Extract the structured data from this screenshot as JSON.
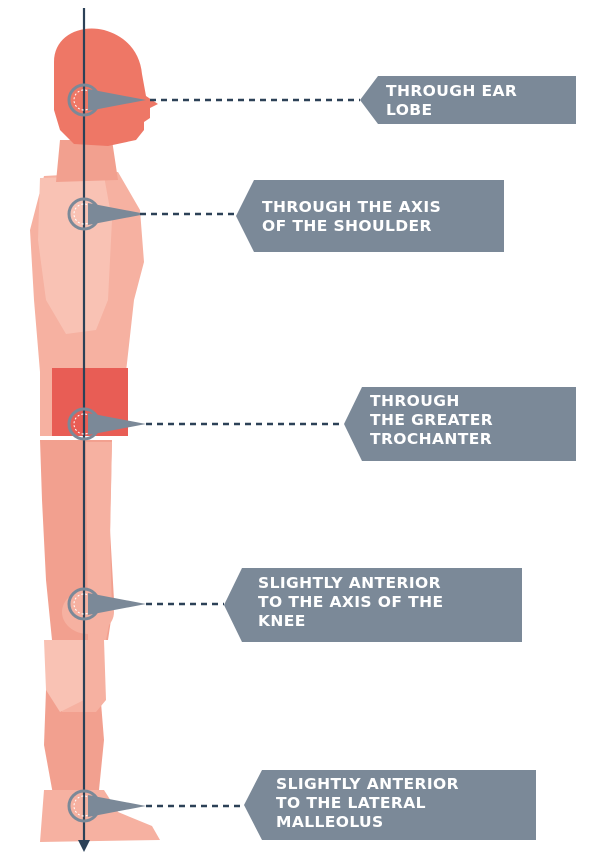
{
  "colors": {
    "body_light": "#f6b1a1",
    "body_mid": "#f2a08f",
    "body_dark": "#ee7766",
    "pelvis": "#e85d55",
    "plumb_line": "#2c4157",
    "label_bg": "#7b8998",
    "label_text": "#ffffff",
    "marker": "#7b8998"
  },
  "labels": [
    {
      "text": "THROUGH EAR\nLOBE"
    },
    {
      "text": "THROUGH THE AXIS\nOF THE SHOULDER"
    },
    {
      "text": "THROUGH\nTHE GREATER\nTROCHANTER"
    },
    {
      "text": "SLIGHTLY ANTERIOR\nTO THE AXIS OF THE\nKNEE"
    },
    {
      "text": "SLIGHTLY ANTERIOR\nTO THE LATERAL\nMALLEOLUS"
    }
  ]
}
